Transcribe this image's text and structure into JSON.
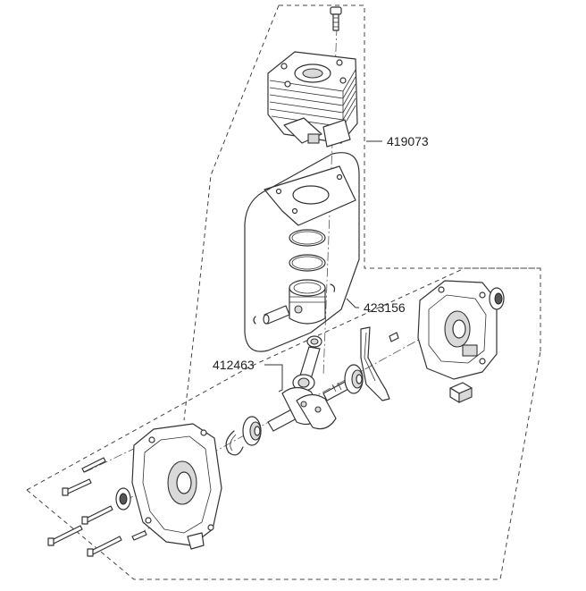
{
  "callouts": {
    "cylinder_kit": "419073",
    "piston_kit": "423156",
    "crankshaft": "412463"
  }
}
